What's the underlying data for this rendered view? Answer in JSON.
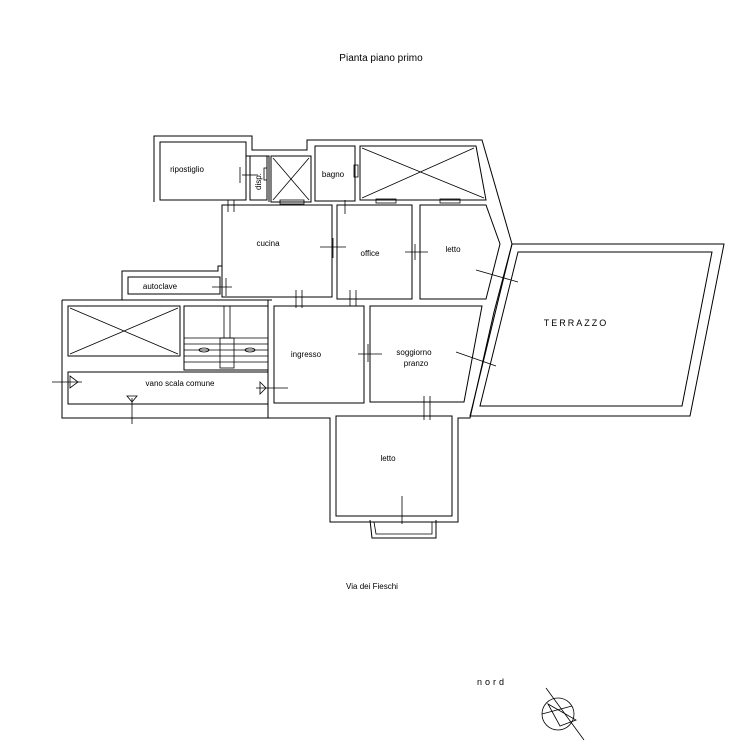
{
  "title": "Pianta piano primo",
  "street": "Via dei Fieschi",
  "north_label": "nord",
  "rooms": {
    "ripostiglio": "ripostiglio",
    "disp": "disp.",
    "bagno": "bagno",
    "cucina": "cucina",
    "office": "office",
    "letto_north": "letto",
    "autoclave": "autoclave",
    "terrazzo": "TERRAZZO",
    "ingresso": "ingresso",
    "soggiorno": "soggiorno",
    "pranzo": "pranzo",
    "vano_scala": "vano scala comune",
    "letto_south": "letto"
  }
}
